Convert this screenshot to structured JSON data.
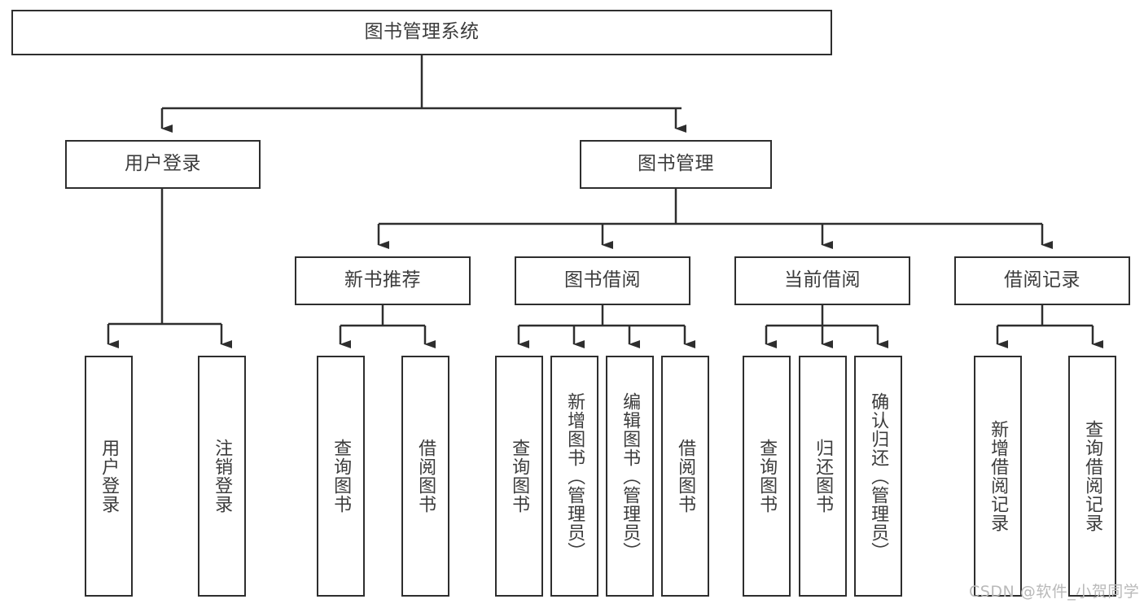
{
  "diagram": {
    "title": "图书管理系统",
    "watermark": "CSDN @软件_小贺同学",
    "colors": {
      "border": "#2e2e2e",
      "text": "#3c3c3c",
      "background": "#ffffff",
      "watermark": "#b9b9b9"
    },
    "root": {
      "label": "图书管理系统"
    },
    "level2": [
      {
        "label": "用户登录"
      },
      {
        "label": "图书管理"
      }
    ],
    "level3": [
      {
        "label": "新书推荐"
      },
      {
        "label": "图书借阅"
      },
      {
        "label": "当前借阅"
      },
      {
        "label": "借阅记录"
      }
    ],
    "leaves": {
      "user_login": [
        {
          "label": "用户登录"
        },
        {
          "label": "注销登录"
        }
      ],
      "new_book_recommend": [
        {
          "label": "查询图书"
        },
        {
          "label": "借阅图书"
        }
      ],
      "book_borrow": [
        {
          "label": "查询图书"
        },
        {
          "label": "新增图书（管理员）"
        },
        {
          "label": "编辑图书（管理员）"
        },
        {
          "label": "借阅图书"
        }
      ],
      "current_borrow": [
        {
          "label": "查询图书"
        },
        {
          "label": "归还图书"
        },
        {
          "label": "确认归还（管理员）"
        }
      ],
      "borrow_records": [
        {
          "label": "新增借阅记录"
        },
        {
          "label": "查询借阅记录"
        }
      ]
    }
  }
}
